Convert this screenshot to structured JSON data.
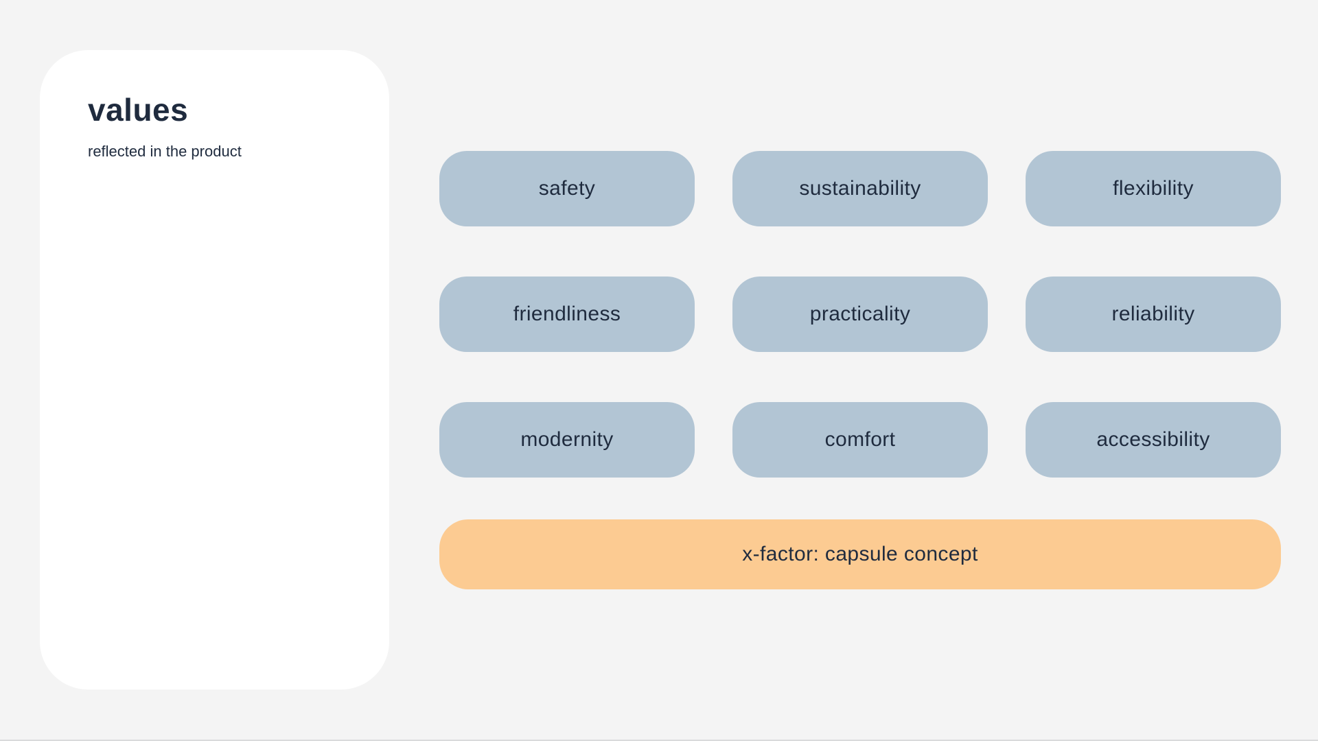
{
  "slide": {
    "background_color": "#f4f4f4"
  },
  "card": {
    "background_color": "#ffffff",
    "title": "values",
    "subtitle": "reflected in the product",
    "text_color": "#1f2b3e"
  },
  "values_grid": {
    "pill_color": "#b2c5d4",
    "text_color": "#1f2b3e",
    "items": [
      "safety",
      "sustainability",
      "flexibility",
      "friendliness",
      "practicality",
      "reliability",
      "modernity",
      "comfort",
      "accessibility"
    ]
  },
  "x_factor": {
    "pill_color": "#fccb92",
    "text_color": "#1f2b3e",
    "label": "x-factor: capsule concept"
  }
}
